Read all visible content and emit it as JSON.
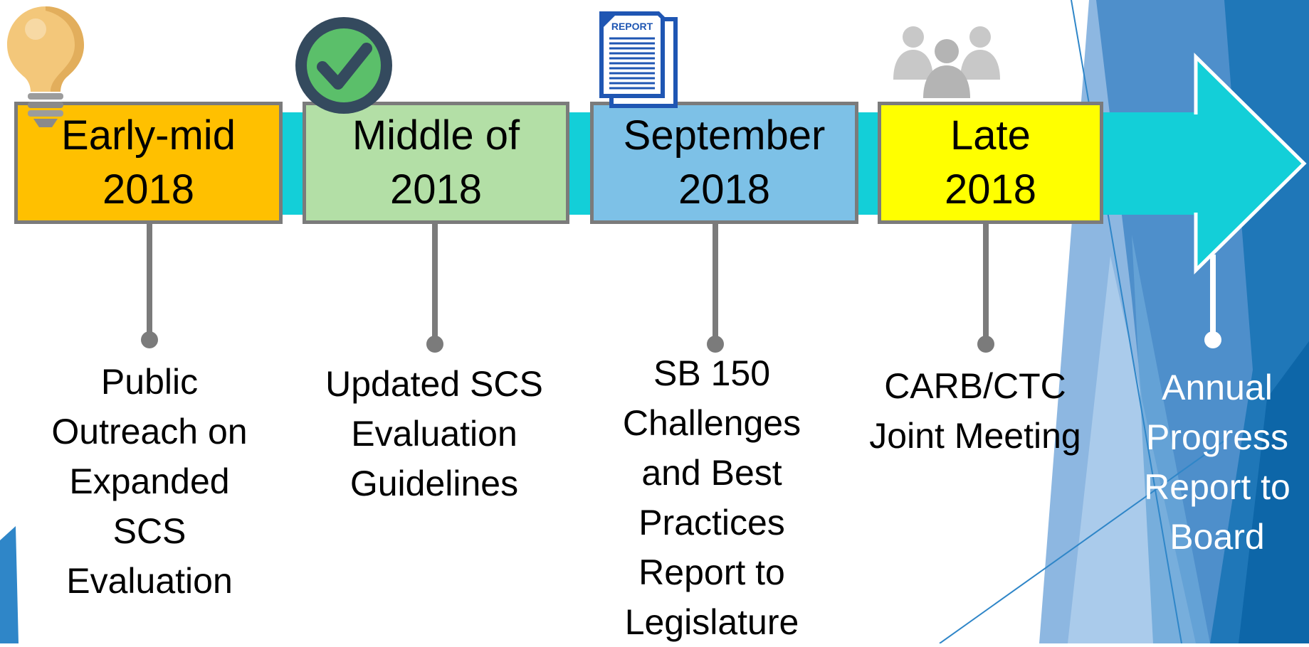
{
  "timeline": {
    "milestones": [
      {
        "date": "Early-mid\n2018",
        "fill": "#ffc000",
        "description": "Public\nOutreach on\nExpanded\nSCS\nEvaluation",
        "icon": "lightbulb-icon"
      },
      {
        "date": "Middle of\n2018",
        "fill": "#b3dfa6",
        "description": "Updated SCS\nEvaluation\nGuidelines",
        "icon": "checkmark-icon"
      },
      {
        "date": "September\n2018",
        "fill": "#7dc1e7",
        "description": "SB 150\nChallenges\nand Best\nPractices\nReport to\nLegislature",
        "icon": "report-document-icon"
      },
      {
        "date": "Late\n2018",
        "fill": "#ffff00",
        "description": "CARB/CTC\nJoint Meeting",
        "icon": "people-group-icon"
      }
    ],
    "final_milestone": {
      "description": "Annual\nProgress\nReport to\nBoard"
    },
    "report_icon_label": "REPORT"
  },
  "colors": {
    "arrow": "#13cfd8",
    "connector": "#7b7b7b",
    "background_accent": "#2f86c8"
  }
}
